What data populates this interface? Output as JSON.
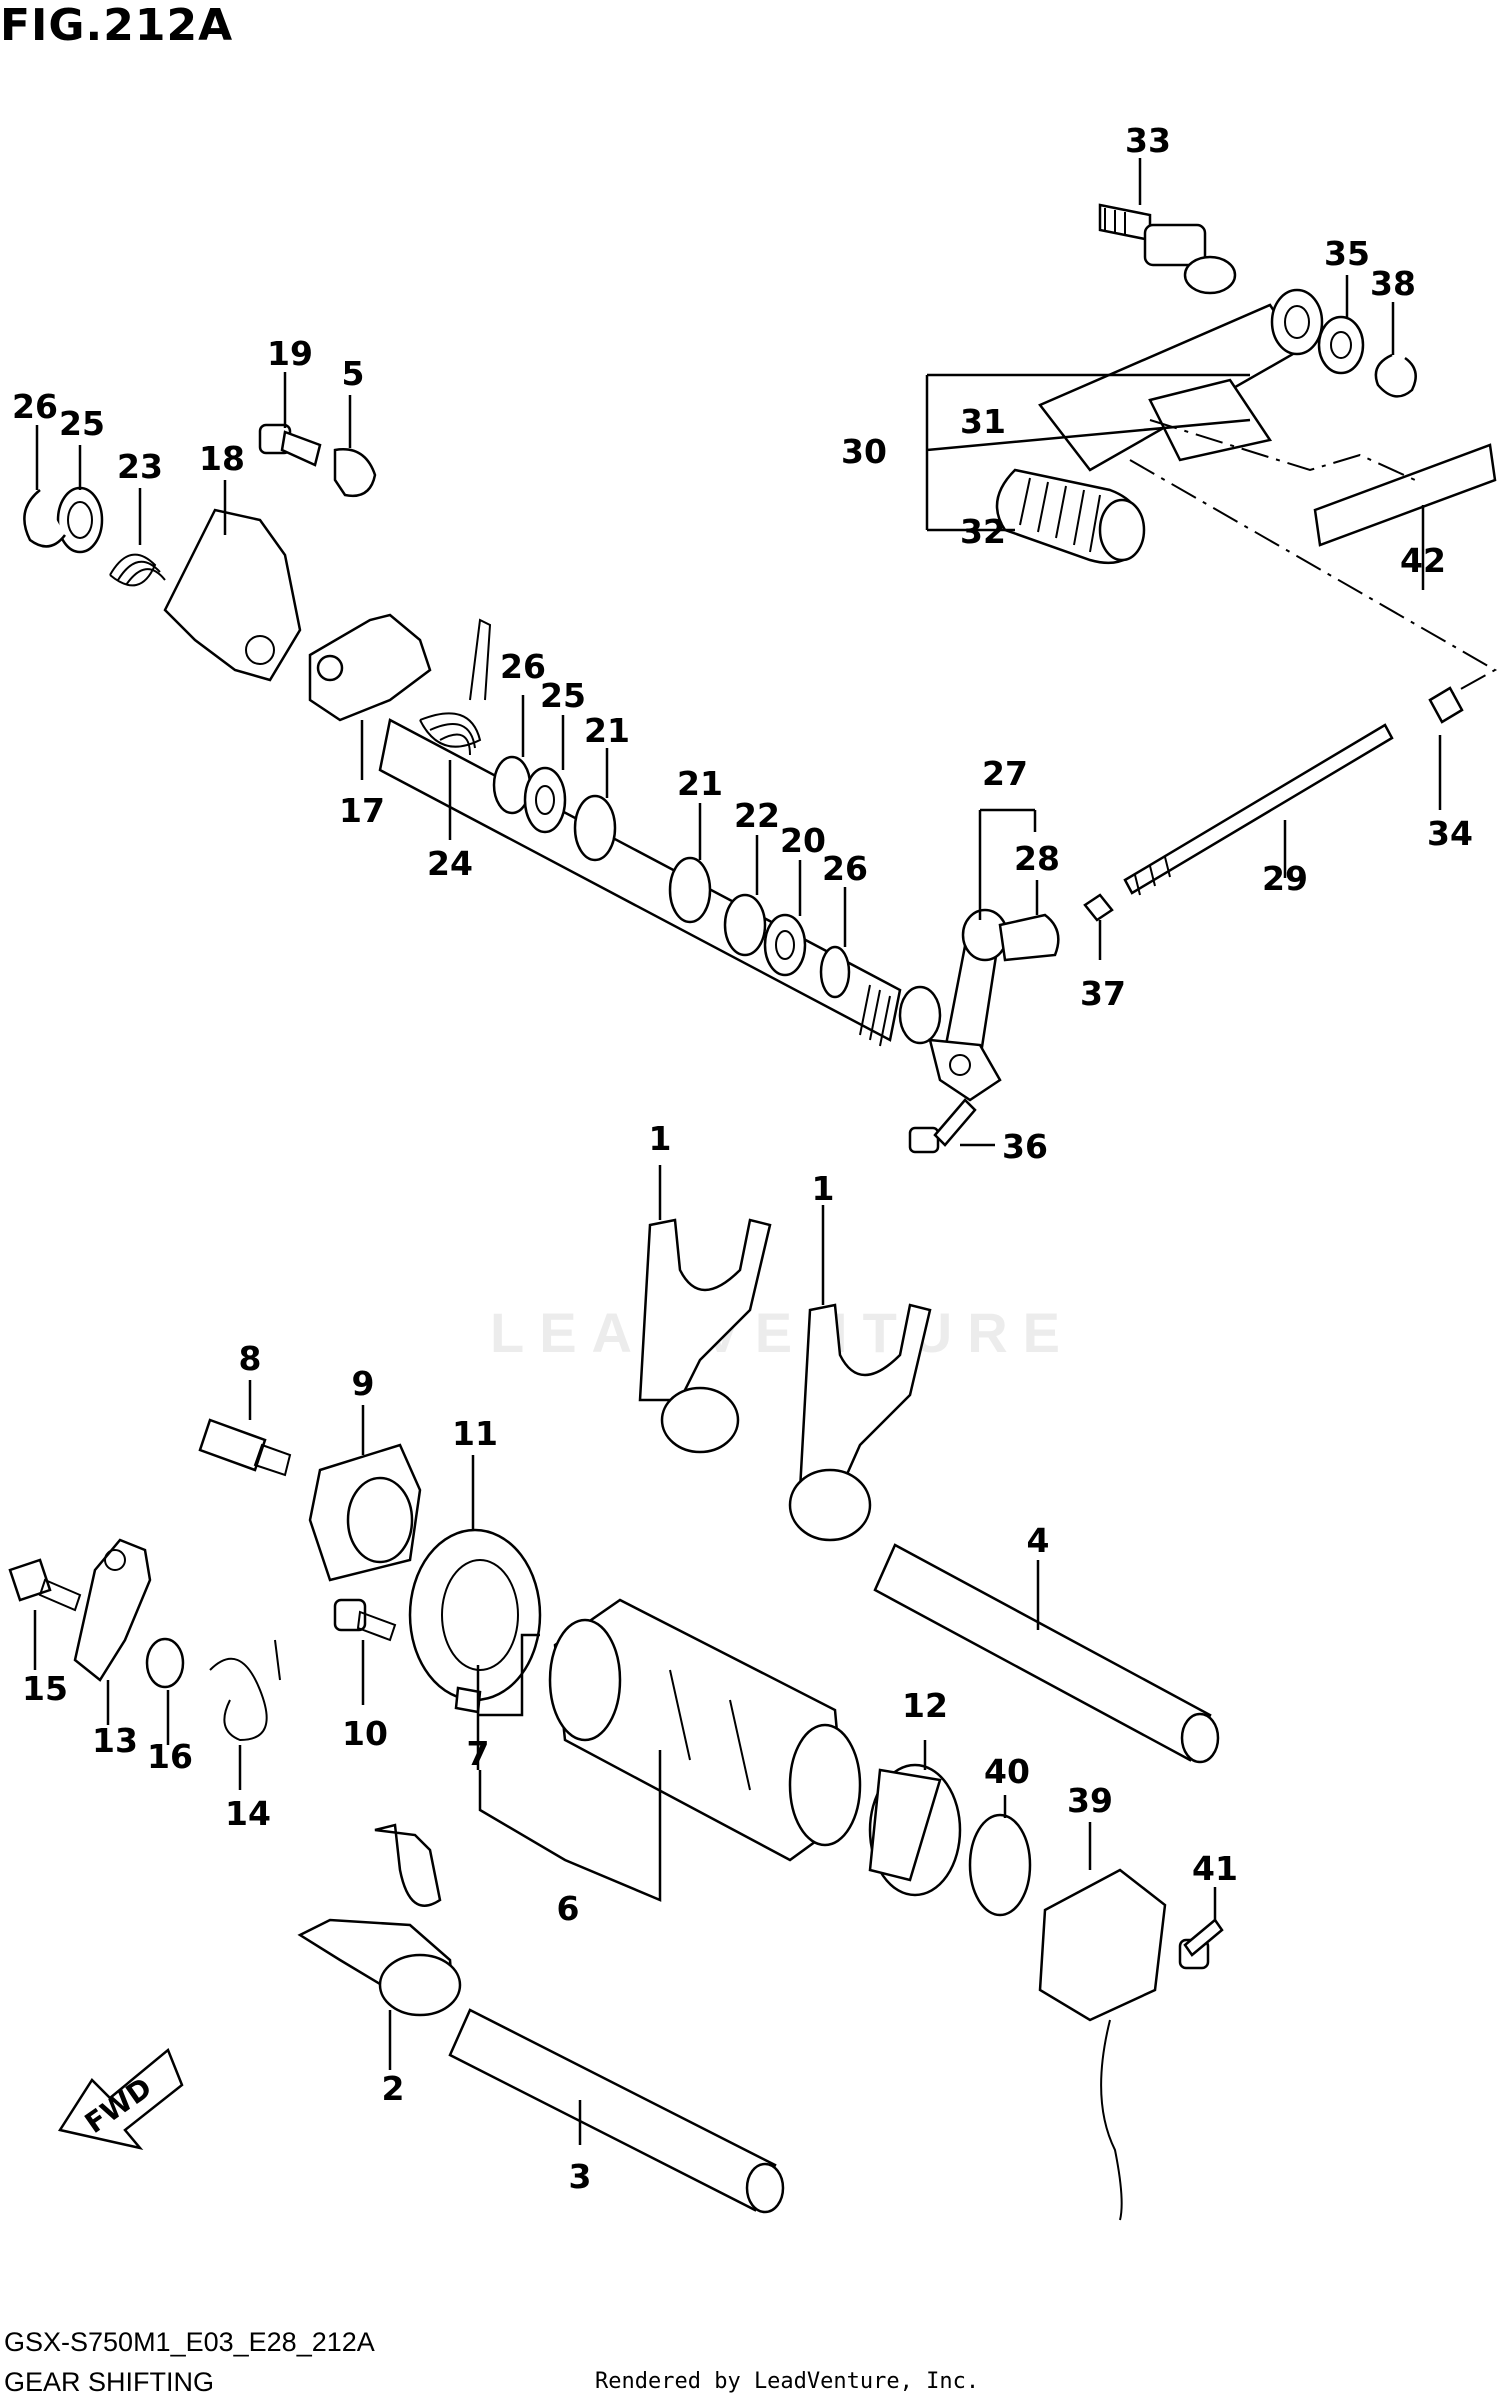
{
  "title": "FIG.212A",
  "model_code": "GSX-S750M1_E03_E28_212A",
  "section_name": "GEAR SHIFTING",
  "rendered_by": "Rendered by LeadVenture, Inc.",
  "watermark": "LEADVENTURE",
  "fwd_label": "FWD",
  "callouts": {
    "c1a": "1",
    "c1b": "1",
    "c2": "2",
    "c3": "3",
    "c4": "4",
    "c5": "5",
    "c6": "6",
    "c7": "7",
    "c8": "8",
    "c9": "9",
    "c10": "10",
    "c11": "11",
    "c12": "12",
    "c13": "13",
    "c14": "14",
    "c15": "15",
    "c16": "16",
    "c17": "17",
    "c18": "18",
    "c19": "19",
    "c20": "20",
    "c21a": "21",
    "c21b": "21",
    "c22": "22",
    "c23": "23",
    "c24": "24",
    "c25a": "25",
    "c25b": "25",
    "c26a": "26",
    "c26b": "26",
    "c26c": "26",
    "c27": "27",
    "c28": "28",
    "c29": "29",
    "c30": "30",
    "c31": "31",
    "c32": "32",
    "c33": "33",
    "c34": "34",
    "c35": "35",
    "c36": "36",
    "c37": "37",
    "c38": "38",
    "c39": "39",
    "c40": "40",
    "c41": "41",
    "c42": "42"
  }
}
